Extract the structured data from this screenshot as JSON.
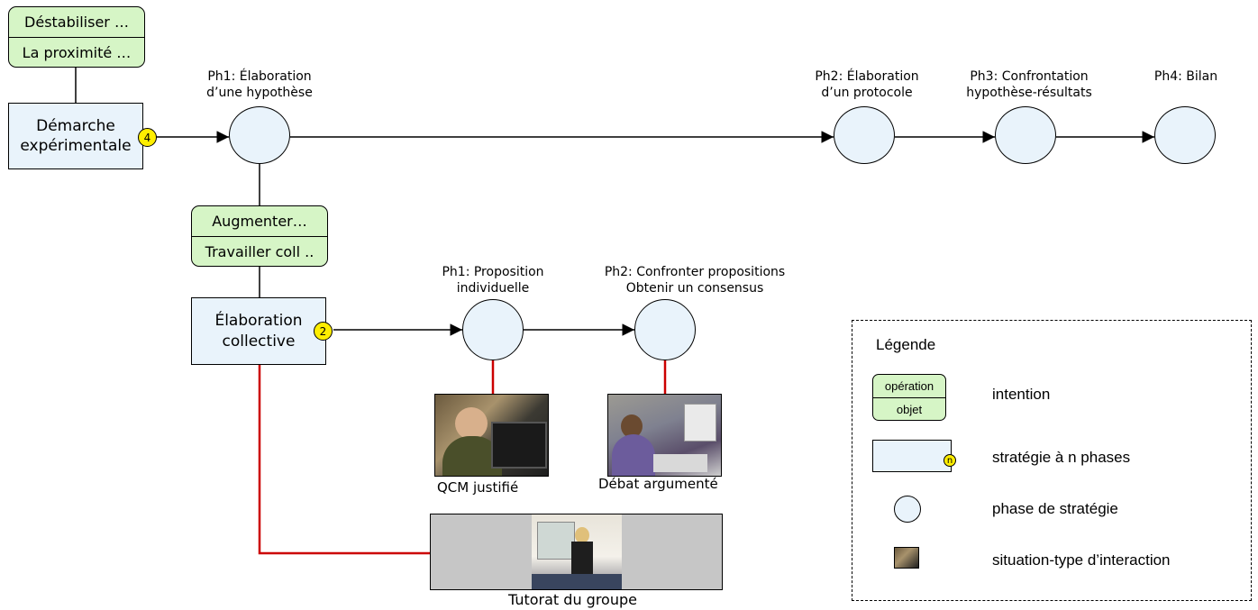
{
  "intentions": {
    "top": {
      "operation": "Déstabiliser …",
      "object": "La proximité …"
    },
    "middle": {
      "operation": "Augmenter…",
      "object": "Travailler coll .."
    }
  },
  "strategies": {
    "demarche": {
      "label": "Démarche\nexpérimentale",
      "phases": "4"
    },
    "elaboration": {
      "label": "Élaboration\ncollective",
      "phases": "2"
    }
  },
  "phases_top": [
    {
      "label": "Ph1: Élaboration\nd’une hypothèse"
    },
    {
      "label": "Ph2: Élaboration\nd’un protocole"
    },
    {
      "label": "Ph3: Confrontation\nhypothèse-résultats"
    },
    {
      "label": "Ph4: Bilan"
    }
  ],
  "phases_bottom": [
    {
      "label": "Ph1: Proposition\nindividuelle"
    },
    {
      "label": "Ph2: Confronter propositions\nObtenir un consensus"
    }
  ],
  "situations": {
    "qcm": "QCM justifié",
    "debat": "Débat argumenté",
    "tutorat": "Tutorat du groupe"
  },
  "legend": {
    "title": "Légende",
    "intention_operation": "opération",
    "intention_object": "objet",
    "intention_label": "intention",
    "strategy_badge": "n",
    "strategy_label": "stratégie à n phases",
    "phase_label": "phase de stratégie",
    "situation_label": "situation-type d’interaction"
  },
  "colors": {
    "intention_fill": "#d6f5c6",
    "strategy_fill": "#e9f3fb",
    "badge_fill": "#ffee00",
    "situation_link": "#cc0000"
  }
}
